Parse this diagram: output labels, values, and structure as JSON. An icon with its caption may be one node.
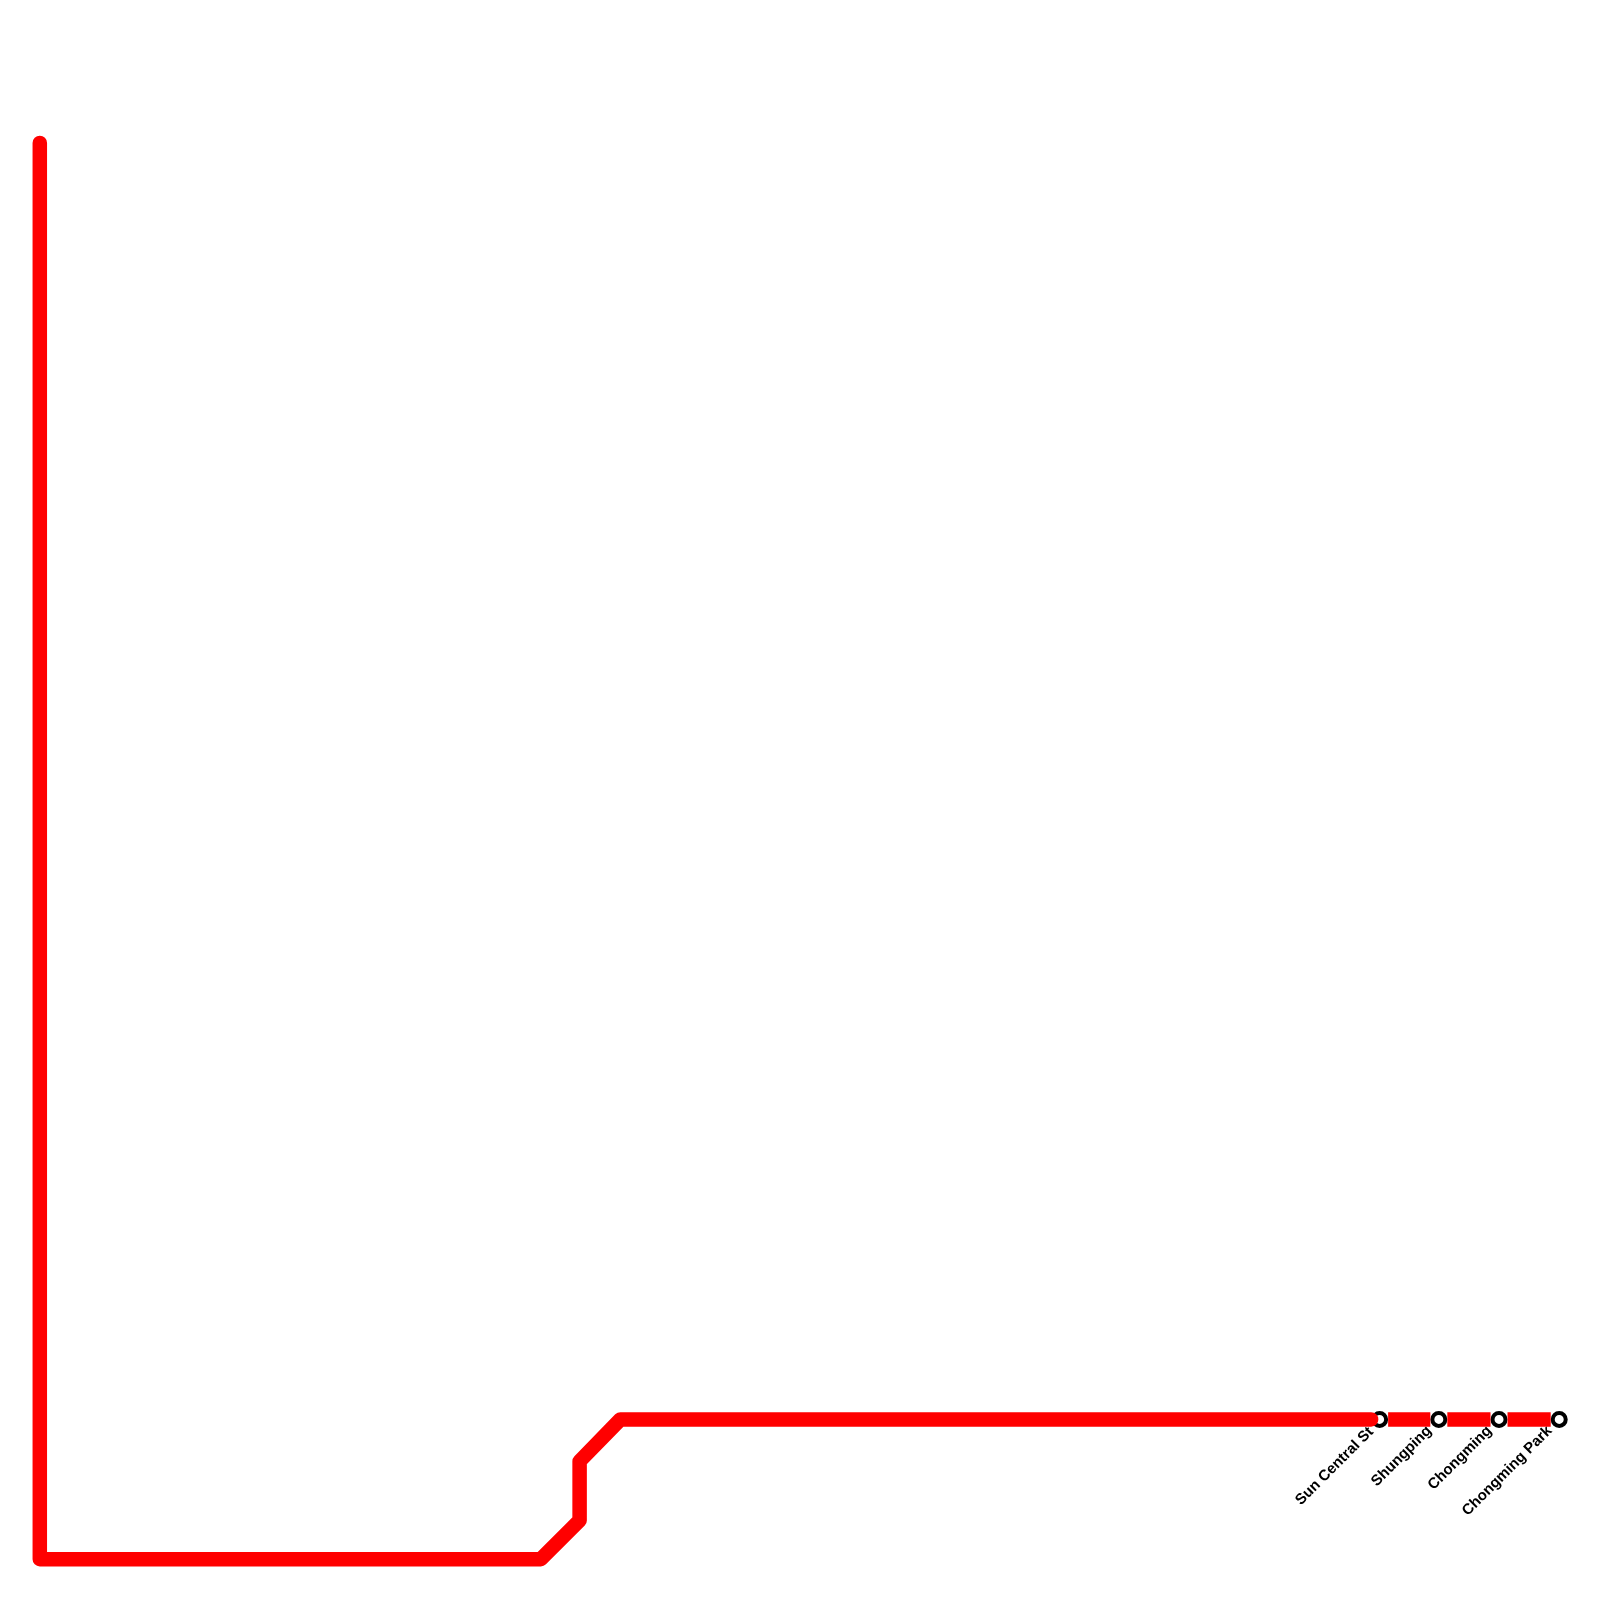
{
  "diagram": {
    "nodes": [
      {
        "text": [],
        "shape": "circle",
        "beside": [
          "Sun Central St"
        ]
      },
      {
        "text": [],
        "shape": "circle",
        "beside": [
          "Shungping"
        ]
      },
      {
        "text": [],
        "shape": "circle",
        "beside": [
          "Chongming"
        ]
      },
      {
        "text": [],
        "shape": "circle",
        "beside": [
          "Chongming Park"
        ]
      }
    ],
    "edges": [
      {
        "from": null,
        "to": 0,
        "arrow": "none"
      },
      {
        "from": 0,
        "to": 1,
        "arrow": "none"
      },
      {
        "from": 1,
        "to": 2,
        "arrow": "none"
      },
      {
        "from": 2,
        "to": 3,
        "arrow": "none"
      }
    ]
  }
}
